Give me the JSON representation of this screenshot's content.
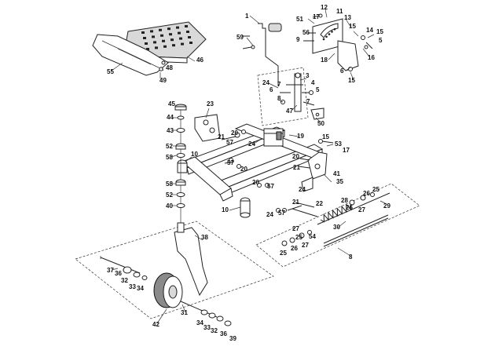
{
  "callouts": [
    {
      "id": "c1",
      "text": "1"
    },
    {
      "id": "c59",
      "text": "59"
    },
    {
      "id": "c12",
      "text": "12"
    },
    {
      "id": "c51",
      "text": "51"
    },
    {
      "id": "c17a",
      "text": "17"
    },
    {
      "id": "c11",
      "text": "11"
    },
    {
      "id": "c13",
      "text": "13"
    },
    {
      "id": "c56",
      "text": "56"
    },
    {
      "id": "c9",
      "text": "9"
    },
    {
      "id": "c15a",
      "text": "15"
    },
    {
      "id": "c14",
      "text": "14"
    },
    {
      "id": "c15b",
      "text": "15"
    },
    {
      "id": "c5a",
      "text": "5"
    },
    {
      "id": "c16",
      "text": "16"
    },
    {
      "id": "c18",
      "text": "18"
    },
    {
      "id": "c6a",
      "text": "6"
    },
    {
      "id": "c15c",
      "text": "15"
    },
    {
      "id": "c46",
      "text": "46"
    },
    {
      "id": "c48",
      "text": "48"
    },
    {
      "id": "c55",
      "text": "55"
    },
    {
      "id": "c49",
      "text": "49"
    },
    {
      "id": "c3",
      "text": "3"
    },
    {
      "id": "c24a",
      "text": "24"
    },
    {
      "id": "c4",
      "text": "4"
    },
    {
      "id": "c6b",
      "text": "6"
    },
    {
      "id": "c5b",
      "text": "5"
    },
    {
      "id": "c7a",
      "text": "7"
    },
    {
      "id": "c8a",
      "text": "8"
    },
    {
      "id": "c7b",
      "text": "7"
    },
    {
      "id": "c47",
      "text": "47"
    },
    {
      "id": "c50",
      "text": "50"
    },
    {
      "id": "c45",
      "text": "45"
    },
    {
      "id": "c23",
      "text": "23"
    },
    {
      "id": "c44",
      "text": "44"
    },
    {
      "id": "c43",
      "text": "43"
    },
    {
      "id": "c20a",
      "text": "20"
    },
    {
      "id": "c21a",
      "text": "21"
    },
    {
      "id": "c57a",
      "text": "57"
    },
    {
      "id": "c24b",
      "text": "24"
    },
    {
      "id": "c19",
      "text": "19"
    },
    {
      "id": "c52a",
      "text": "52"
    },
    {
      "id": "c15d",
      "text": "15"
    },
    {
      "id": "c53",
      "text": "53"
    },
    {
      "id": "c17b",
      "text": "17"
    },
    {
      "id": "c58a",
      "text": "58"
    },
    {
      "id": "c10a",
      "text": "10"
    },
    {
      "id": "c57b",
      "text": "57"
    },
    {
      "id": "c20b",
      "text": "20"
    },
    {
      "id": "c20c",
      "text": "20"
    },
    {
      "id": "c21b",
      "text": "21"
    },
    {
      "id": "c41",
      "text": "41"
    },
    {
      "id": "c35",
      "text": "35"
    },
    {
      "id": "c24c",
      "text": "24"
    },
    {
      "id": "c58b",
      "text": "58"
    },
    {
      "id": "c20d",
      "text": "20"
    },
    {
      "id": "c57c",
      "text": "57"
    },
    {
      "id": "c52b",
      "text": "52"
    },
    {
      "id": "c40",
      "text": "40"
    },
    {
      "id": "c10b",
      "text": "10"
    },
    {
      "id": "c24d",
      "text": "24"
    },
    {
      "id": "c57d",
      "text": "57"
    },
    {
      "id": "c21c",
      "text": "21"
    },
    {
      "id": "c22",
      "text": "22"
    },
    {
      "id": "c26a",
      "text": "26"
    },
    {
      "id": "c25a",
      "text": "25"
    },
    {
      "id": "c28",
      "text": "28"
    },
    {
      "id": "c26b",
      "text": "26"
    },
    {
      "id": "c27a",
      "text": "27"
    },
    {
      "id": "c29",
      "text": "29"
    },
    {
      "id": "c30",
      "text": "30"
    },
    {
      "id": "c27b",
      "text": "27"
    },
    {
      "id": "c25b",
      "text": "25"
    },
    {
      "id": "c54",
      "text": "54"
    },
    {
      "id": "c25c",
      "text": "25"
    },
    {
      "id": "c26c",
      "text": "26"
    },
    {
      "id": "c27c",
      "text": "27"
    },
    {
      "id": "c8b",
      "text": "8"
    },
    {
      "id": "c38",
      "text": "38"
    },
    {
      "id": "c37",
      "text": "37"
    },
    {
      "id": "c36a",
      "text": "36"
    },
    {
      "id": "c32a",
      "text": "32"
    },
    {
      "id": "c33a",
      "text": "33"
    },
    {
      "id": "c34a",
      "text": "34"
    },
    {
      "id": "c31",
      "text": "31"
    },
    {
      "id": "c42",
      "text": "42"
    },
    {
      "id": "c34b",
      "text": "34"
    },
    {
      "id": "c33b",
      "text": "33"
    },
    {
      "id": "c32b",
      "text": "32"
    },
    {
      "id": "c36b",
      "text": "36"
    },
    {
      "id": "c39",
      "text": "39"
    }
  ]
}
